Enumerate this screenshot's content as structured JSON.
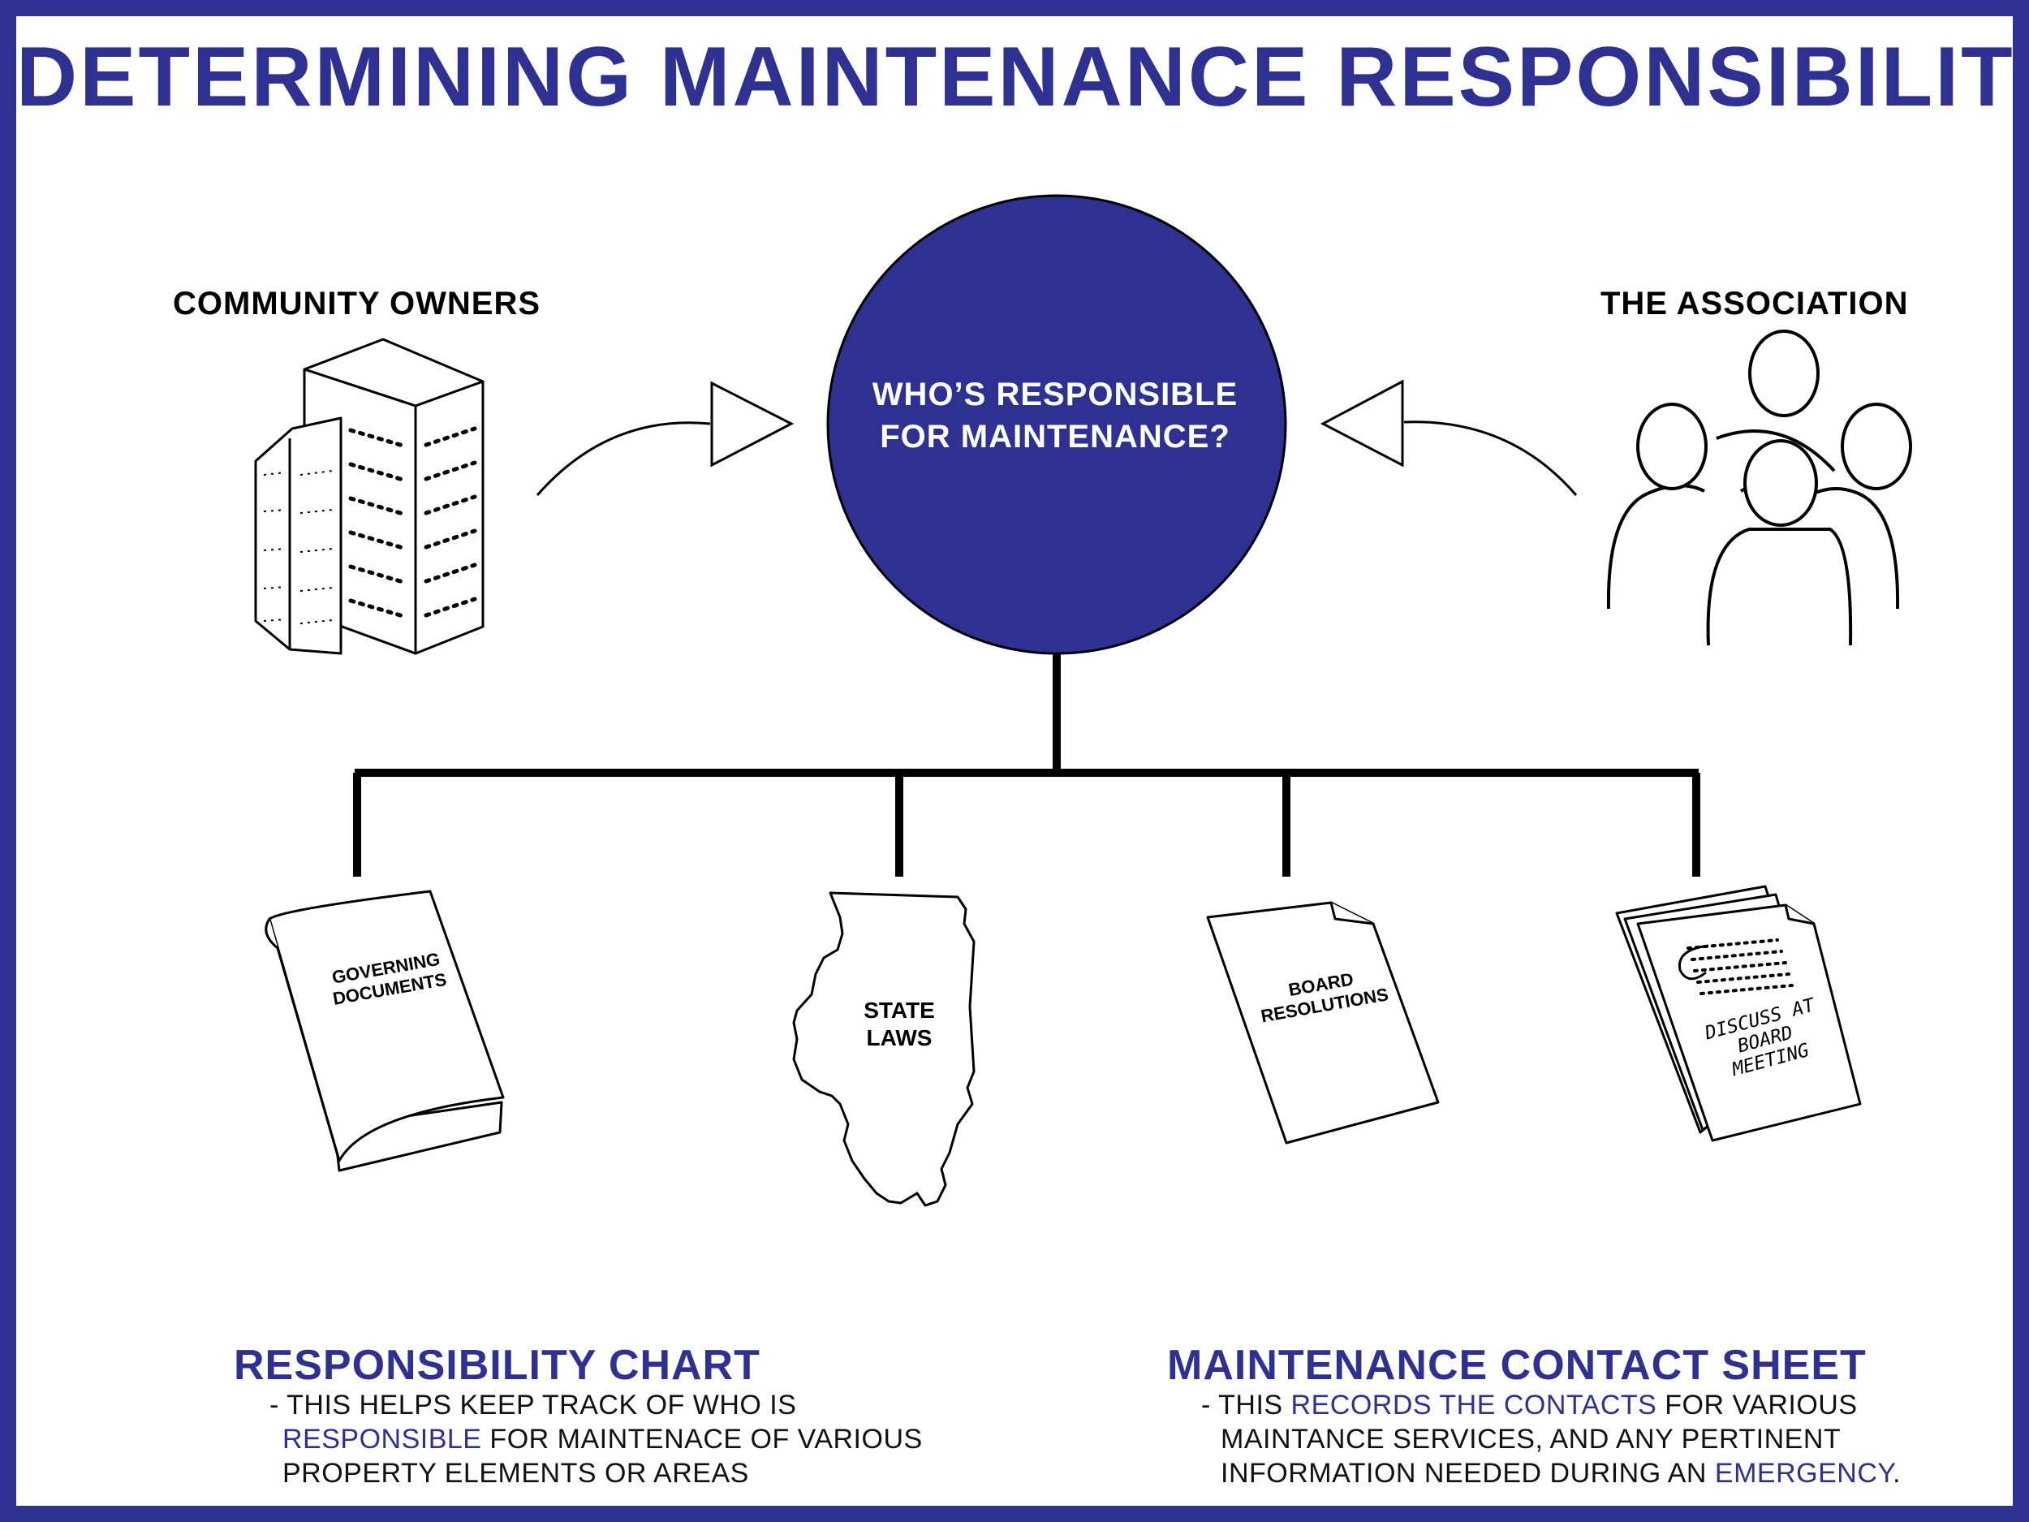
{
  "title": "DETERMINING MAINTENANCE RESPONSIBILITY",
  "colors": {
    "accent": "#2e3192",
    "line": "#000000",
    "background": "#ffffff"
  },
  "center_node": {
    "line1": "WHO’S RESPONSIBLE",
    "line2": "FOR MAINTENANCE?"
  },
  "left_node": {
    "label": "COMMUNITY OWNERS",
    "icon": "building-icon"
  },
  "right_node": {
    "label": "THE ASSOCIATION",
    "icon": "people-group-icon"
  },
  "branches": [
    {
      "line1": "GOVERNING",
      "line2": "DOCUMENTS",
      "icon": "book-icon"
    },
    {
      "line1": "STATE",
      "line2": "LAWS",
      "icon": "state-map-icon"
    },
    {
      "line1": "BOARD",
      "line2": "RESOLUTIONS",
      "icon": "document-icon"
    },
    {
      "line1": "DISCUSS AT",
      "line2": "BOARD",
      "line3": "MEETING",
      "icon": "meeting-notes-icon"
    }
  ],
  "sections": {
    "responsibility_chart": {
      "title": "RESPONSIBILITY CHART",
      "line1": "- THIS HELPS KEEP TRACK OF WHO IS",
      "line2_accent": "RESPONSIBLE",
      "line2_rest": " FOR MAINTENACE OF VARIOUS",
      "line3": "PROPERTY ELEMENTS OR AREAS"
    },
    "maintenance_contact_sheet": {
      "title": "MAINTENANCE CONTACT SHEET",
      "line1_pre": "- THIS ",
      "line1_accent": "RECORDS THE CONTACTS",
      "line1_post": " FOR VARIOUS",
      "line2": "MAINTANCE SERVICES, AND ANY PERTINENT",
      "line3_pre": "INFORMATION NEEDED DURING AN ",
      "line3_accent": "EMERGENCY",
      "line3_post": "."
    }
  }
}
